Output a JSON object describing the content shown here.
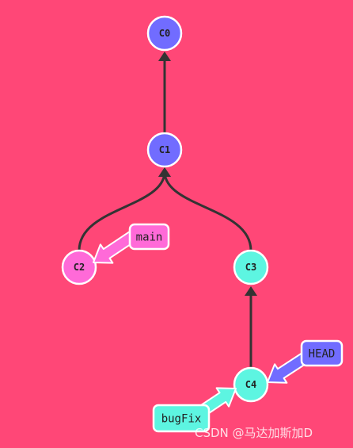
{
  "colors": {
    "background": "#ff4777",
    "edge": "#333333",
    "node_stroke": "#ffffff",
    "purple": "#716cff",
    "pink": "#ff6ad8",
    "cyan": "#5df5e1"
  },
  "commits": [
    {
      "id": "C0",
      "label": "C0",
      "color": "purple"
    },
    {
      "id": "C1",
      "label": "C1",
      "color": "purple"
    },
    {
      "id": "C2",
      "label": "C2",
      "color": "pink"
    },
    {
      "id": "C3",
      "label": "C3",
      "color": "cyan"
    },
    {
      "id": "C4",
      "label": "C4",
      "color": "cyan"
    }
  ],
  "edges": [
    {
      "from": "C1",
      "to": "C0"
    },
    {
      "from": "C2",
      "to": "C1"
    },
    {
      "from": "C3",
      "to": "C1"
    },
    {
      "from": "C4",
      "to": "C3"
    }
  ],
  "refs": [
    {
      "id": "main",
      "label": "main",
      "target": "C2",
      "color": "pink"
    },
    {
      "id": "HEAD",
      "label": "HEAD",
      "target": "C4",
      "color": "purple"
    },
    {
      "id": "bugFix",
      "label": "bugFix",
      "target": "C4",
      "color": "cyan"
    }
  ],
  "watermark": "CSDN @马达加斯加D"
}
